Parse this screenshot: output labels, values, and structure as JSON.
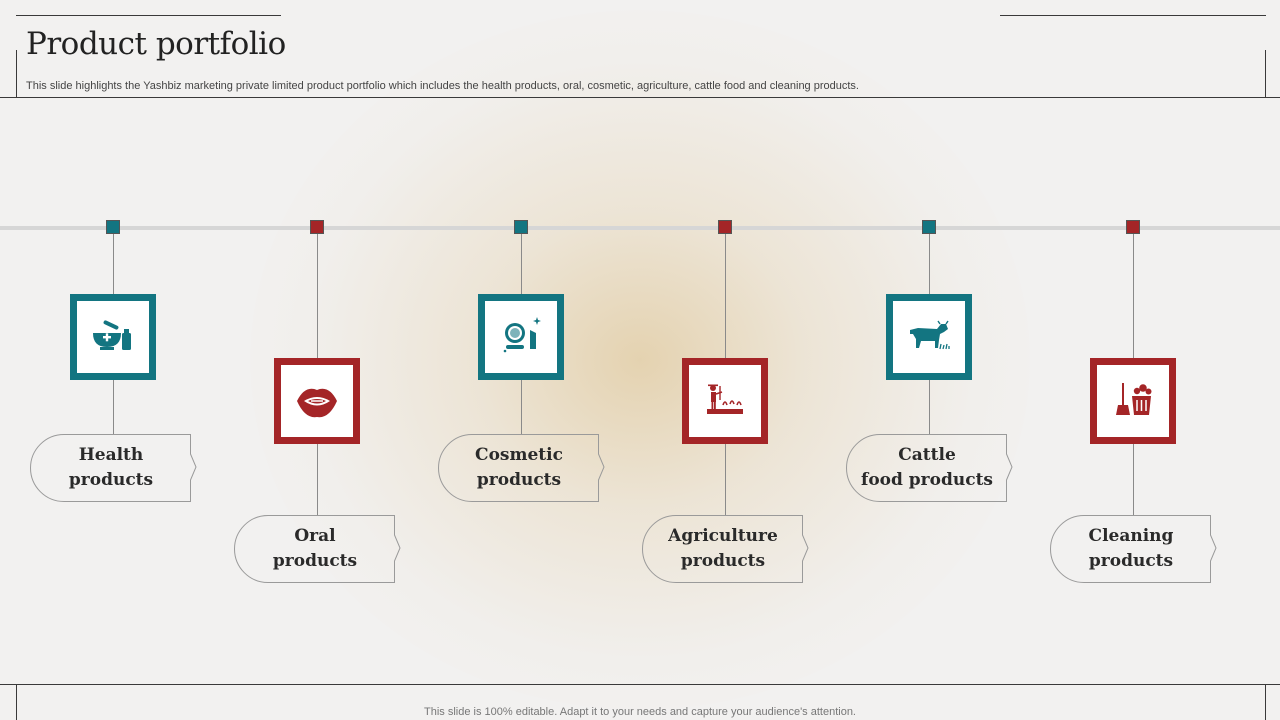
{
  "title": "Product portfolio",
  "subtitle": "This slide highlights the Yashbiz marketing private limited product portfolio which includes the health products, oral, cosmetic, agriculture, cattle food and cleaning products.",
  "footer": "This slide is 100% editable. Adapt it to your needs and capture your audience's attention.",
  "colors": {
    "teal": "#137581",
    "red": "#a42527"
  },
  "items": [
    {
      "label": "Health\nproducts",
      "icon": "mortar-pestle-medicine-icon",
      "color": "teal"
    },
    {
      "label": "Oral\nproducts",
      "icon": "lips-teeth-icon",
      "color": "red"
    },
    {
      "label": "Cosmetic\nproducts",
      "icon": "compact-lipstick-icon",
      "color": "teal"
    },
    {
      "label": "Agriculture\nproducts",
      "icon": "farmer-field-icon",
      "color": "red"
    },
    {
      "label": "Cattle\nfood products",
      "icon": "cow-icon",
      "color": "teal"
    },
    {
      "label": "Cleaning\nproducts",
      "icon": "broom-bucket-icon",
      "color": "red"
    }
  ]
}
